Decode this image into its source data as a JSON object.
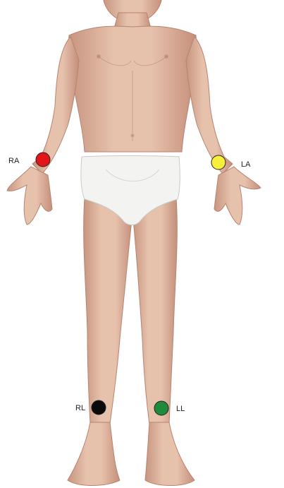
{
  "electrodes": [
    {
      "id": "ra",
      "label": "RA",
      "color": "#e0161b"
    },
    {
      "id": "la",
      "label": "LA",
      "color": "#f6f03a"
    },
    {
      "id": "rl",
      "label": "RL",
      "color": "#0a0a0a"
    },
    {
      "id": "ll",
      "label": "LL",
      "color": "#1d8a3c"
    }
  ],
  "colors": {
    "skin": "#e2b9a2",
    "skin_shadow": "#c99682",
    "underwear": "#f3f3f1"
  }
}
